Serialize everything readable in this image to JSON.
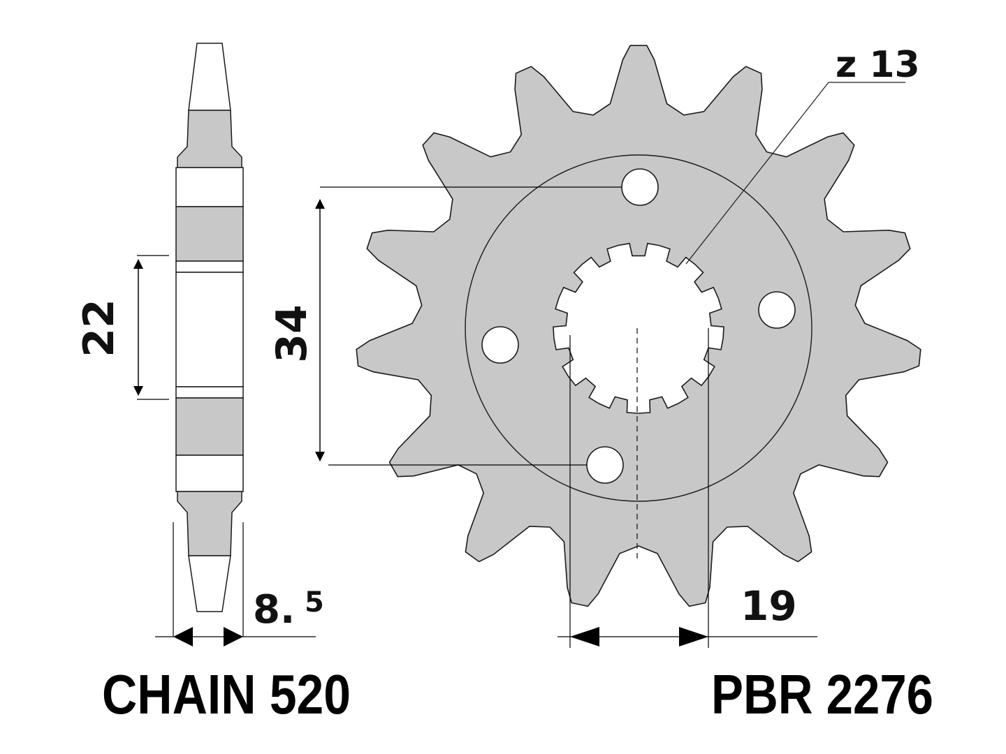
{
  "labels": {
    "chain": "CHAIN 520",
    "part_number": "PBR 2276",
    "teeth": "z 13",
    "hole_spacing": "34",
    "hub_height": "22",
    "spline_width": "19",
    "thickness_main": "8.",
    "thickness_sup": "5"
  },
  "colors": {
    "fill": "#c8c8c8",
    "stroke": "#1a1a1a",
    "background": "#ffffff"
  }
}
